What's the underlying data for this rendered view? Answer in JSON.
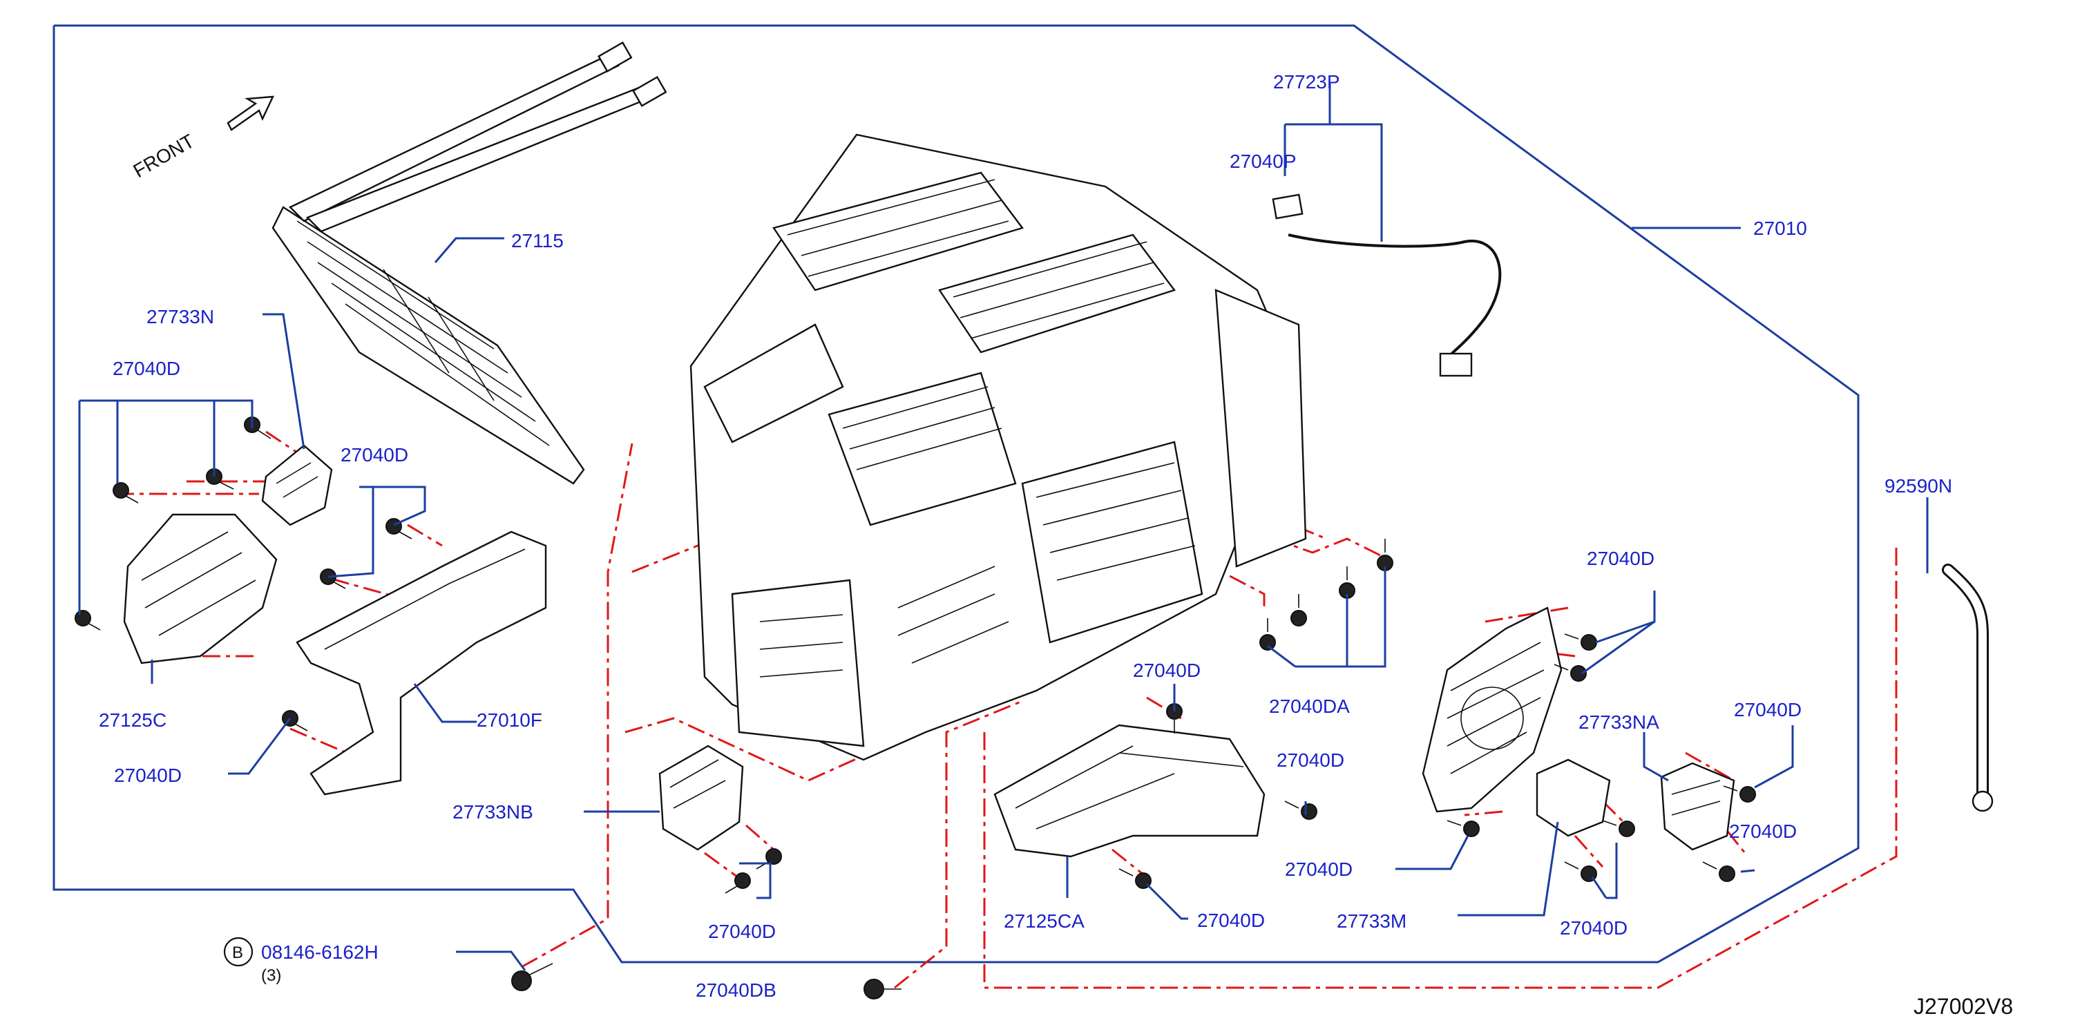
{
  "front_label": "FRONT",
  "diagram_code": "J27002V8",
  "bolt_callout": {
    "circle_letter": "B",
    "part_number": "08146-6162H",
    "quantity": "(3)"
  },
  "parts": {
    "p27723P": "27723P",
    "p27040P": "27040P",
    "p27010": "27010",
    "p27115": "27115",
    "p27733N": "27733N",
    "p27040D_topleft": "27040D",
    "p27040D_mid": "27040D",
    "p27125C": "27125C",
    "p27010F": "27010F",
    "p27040D_lowerleft": "27040D",
    "p27733NB": "27733NB",
    "p27040D_under_nb": "27040D",
    "p27040DB": "27040DB",
    "p27040D_center": "27040D",
    "p27040DA": "27040DA",
    "p27040D_right1": "27040D",
    "p27040D_right2": "27040D",
    "p27125CA": "27125CA",
    "p27040D_bottom_center": "27040D",
    "p27040D_upper_right": "27040D",
    "p27733NA": "27733NA",
    "p27040D_far_right1": "27040D",
    "p27040D_far_right2": "27040D",
    "p27733M": "27733M",
    "p27040D_bottom_right": "27040D",
    "p92590N": "92590N"
  }
}
